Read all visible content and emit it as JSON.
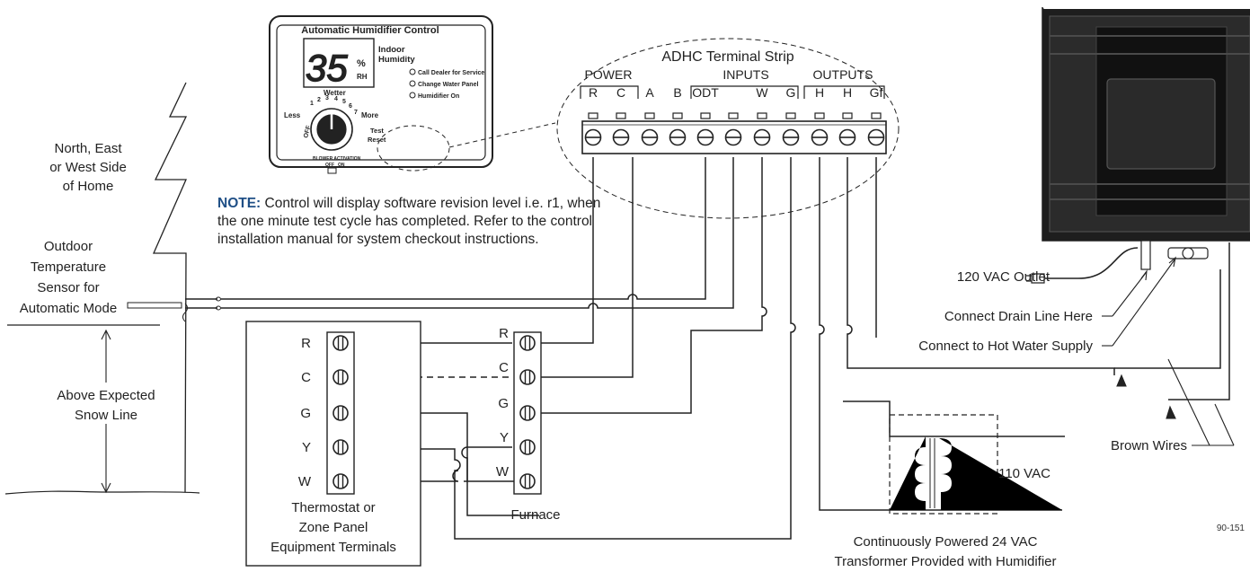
{
  "control": {
    "title": "Automatic Humidifier Control",
    "display_value": "35",
    "display_unit_top": "%",
    "display_unit_bottom": "RH",
    "indoor_humidity_line1": "Indoor",
    "indoor_humidity_line2": "Humidity",
    "indicators": [
      "Call Dealer for Service",
      "Change Water Panel",
      "Humidifier On"
    ],
    "dial_label_wetter": "Wetter",
    "dial_label_less": "Less",
    "dial_label_more": "More",
    "dial_label_off": "OFF",
    "dial_numbers": [
      "1",
      "2",
      "3",
      "4",
      "5",
      "6",
      "7"
    ],
    "test_label_line1": "Test",
    "test_label_line2": "Reset",
    "blower_activation": "BLOWER ACTIVATION",
    "blower_off": "OFF",
    "blower_on": "ON"
  },
  "terminal_strip": {
    "title": "ADHC Terminal Strip",
    "group_power": "POWER",
    "group_inputs": "INPUTS",
    "group_outputs": "OUTPUTS",
    "terminals": [
      "R",
      "C",
      "A",
      "B",
      "ODT",
      "W",
      "G",
      "H",
      "H",
      "Gf"
    ]
  },
  "note": {
    "label": "NOTE:",
    "text": "Control will display software revision level i.e. r1, when the one minute test cycle has completed. Refer to the control installation manual for system checkout instructions."
  },
  "sensor": {
    "side_line1": "North, East",
    "side_line2": "or West Side",
    "side_line3": "of Home",
    "label_line1": "Outdoor",
    "label_line2": "Temperature",
    "label_line3": "Sensor for",
    "label_line4": "Automatic Mode",
    "snow_line1": "Above Expected",
    "snow_line2": "Snow Line"
  },
  "thermostat": {
    "terminals": [
      "R",
      "C",
      "G",
      "Y",
      "W"
    ],
    "label_line1": "Thermostat or",
    "label_line2": "Zone Panel",
    "label_line3": "Equipment Terminals"
  },
  "furnace": {
    "terminals": [
      "R",
      "C",
      "G",
      "Y",
      "W"
    ],
    "label": "Furnace"
  },
  "transformer": {
    "voltage": "110 VAC",
    "label_line1": "Continuously Powered 24 VAC",
    "label_line2": "Transformer Provided with Humidifier"
  },
  "humidifier": {
    "outlet_label": "120 VAC Outlet",
    "drain_label": "Connect Drain Line Here",
    "hot_water_label": "Connect to Hot Water Supply",
    "brown_wires_label": "Brown Wires"
  },
  "part_number": "90-151"
}
